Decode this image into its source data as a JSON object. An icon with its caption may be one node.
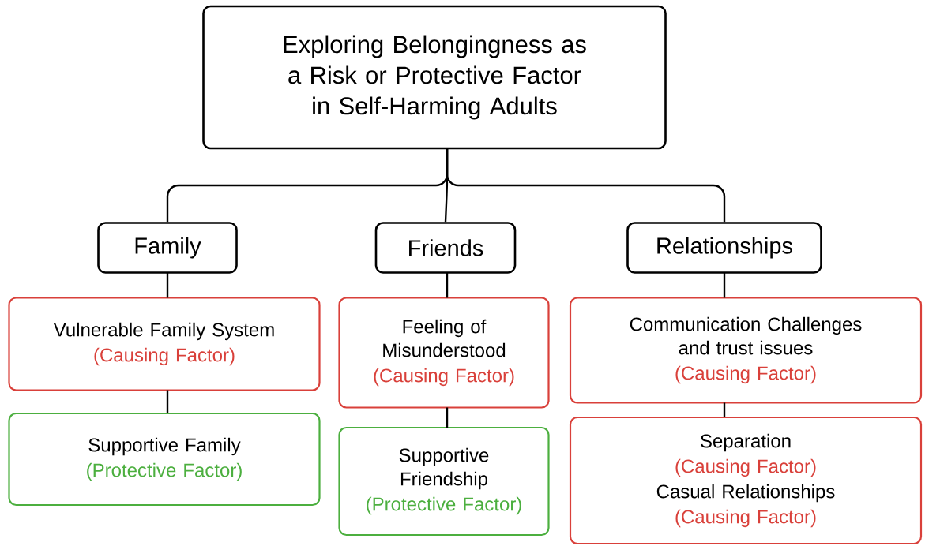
{
  "diagram": {
    "nodes": [
      {
        "text": [
          "Exploring Belongingness as a Risk or Protective Factor in Self-Harming Adults"
        ]
      },
      {
        "text": [
          "Family"
        ]
      },
      {
        "text": [
          "Friends"
        ]
      },
      {
        "text": [
          "Relationships"
        ]
      },
      {
        "text": [
          "Vulnerable Family System",
          "(Causing Factor)"
        ]
      },
      {
        "text": [
          "Supportive Family",
          "(Protective Factor)"
        ]
      },
      {
        "text": [
          "Feeling of Misunderstood",
          "(Causing Factor)"
        ]
      },
      {
        "text": [
          "Supportive Friendship",
          "(Protective Factor)"
        ]
      },
      {
        "text": [
          "Communication Challenges and trust issues",
          "(Causing Factor)"
        ]
      },
      {
        "text": [
          "Separation",
          "(Causing Factor)",
          "Casual Relationships",
          "(Causing Factor)"
        ]
      }
    ],
    "edges": [
      {
        "from": 0,
        "to": 1,
        "arrow": "none"
      },
      {
        "from": 0,
        "to": 2,
        "arrow": "none"
      },
      {
        "from": 0,
        "to": 3,
        "arrow": "none"
      },
      {
        "from": 1,
        "to": 4,
        "arrow": "none"
      },
      {
        "from": 4,
        "to": 5,
        "arrow": "none"
      },
      {
        "from": 2,
        "to": 6,
        "arrow": "none"
      },
      {
        "from": 6,
        "to": 7,
        "arrow": "none"
      },
      {
        "from": 3,
        "to": 8,
        "arrow": "none"
      },
      {
        "from": 8,
        "to": 9,
        "arrow": "none"
      }
    ]
  }
}
